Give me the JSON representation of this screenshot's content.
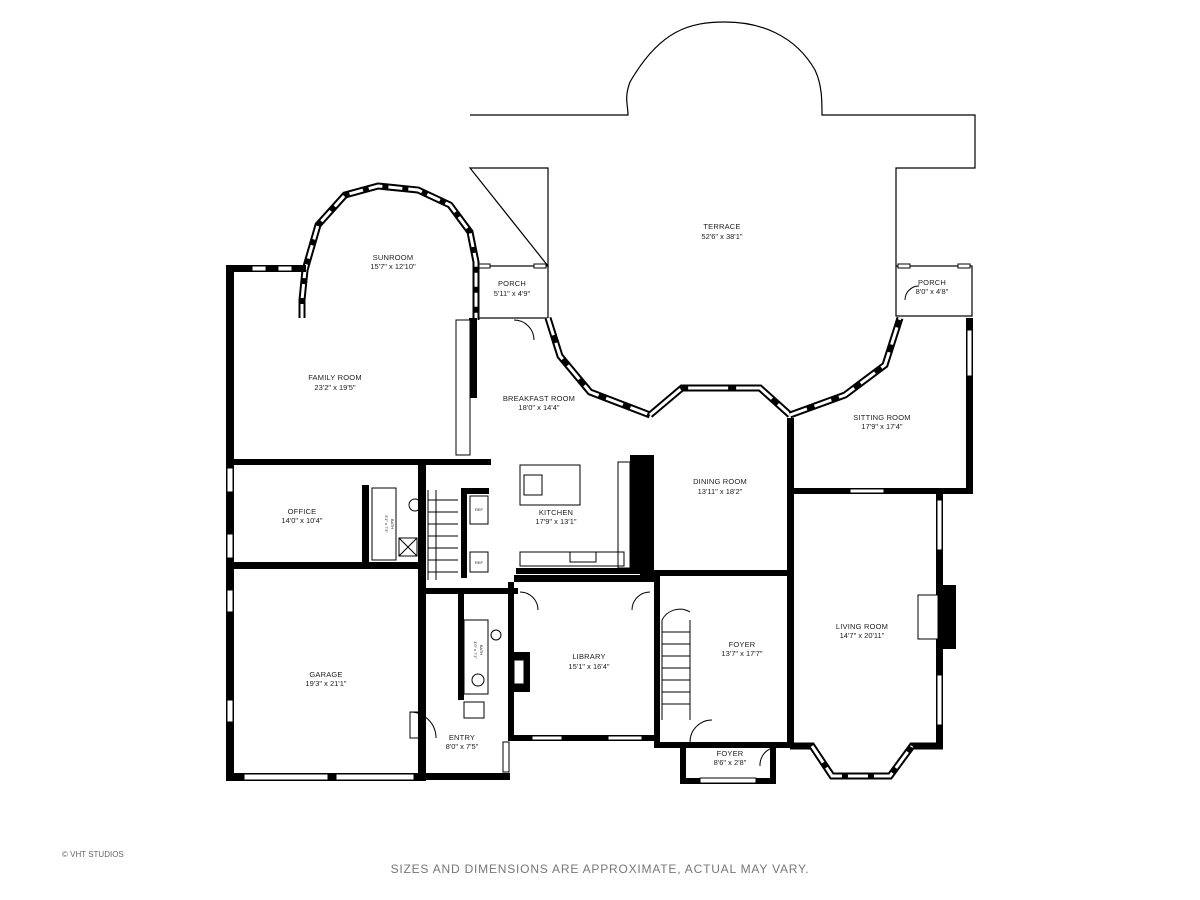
{
  "rooms": {
    "terrace": {
      "name": "TERRACE",
      "dims": "52'6\" x 38'1\""
    },
    "porch_left": {
      "name": "PORCH",
      "dims": "5'11\" x 4'9\""
    },
    "porch_right": {
      "name": "PORCH",
      "dims": "8'0\" x 4'8\""
    },
    "sunroom": {
      "name": "SUNROOM",
      "dims": "15'7\" x 12'10\""
    },
    "family_room": {
      "name": "FAMILY ROOM",
      "dims": "23'2\" x 19'5\""
    },
    "breakfast_room": {
      "name": "BREAKFAST ROOM",
      "dims": "18'0\" x 14'4\""
    },
    "sitting_room": {
      "name": "SITTING ROOM",
      "dims": "17'9\" x 17'4\""
    },
    "dining_room": {
      "name": "DINING ROOM",
      "dims": "13'11\" x 18'2\""
    },
    "office": {
      "name": "OFFICE",
      "dims": "14'0\" x 10'4\""
    },
    "bath_upper": {
      "name": "BATH",
      "dims": "5'1\" x 7'3\""
    },
    "kitchen": {
      "name": "KITCHEN",
      "dims": "17'9\" x 13'1\""
    },
    "living_room": {
      "name": "LIVING ROOM",
      "dims": "14'7\" x 20'11\""
    },
    "foyer_main": {
      "name": "FOYER",
      "dims": "13'7\" x 17'7\""
    },
    "library": {
      "name": "LIBRARY",
      "dims": "15'1\" x 16'4\""
    },
    "bath_lower": {
      "name": "BATH",
      "dims": "4'0\" x 7'1\""
    },
    "garage": {
      "name": "GARAGE",
      "dims": "19'3\" x 21'1\""
    },
    "entry": {
      "name": "ENTRY",
      "dims": "8'0\" x 7'5\""
    },
    "foyer_small": {
      "name": "FOYER",
      "dims": "8'6\" x 2'8\""
    }
  },
  "fixtures": {
    "ref": "REF",
    "oven_upper": "REF",
    "oven_lower": "REF"
  },
  "credit": "© VHT STUDIOS",
  "disclaimer": "SIZES AND DIMENSIONS ARE APPROXIMATE, ACTUAL MAY VARY."
}
